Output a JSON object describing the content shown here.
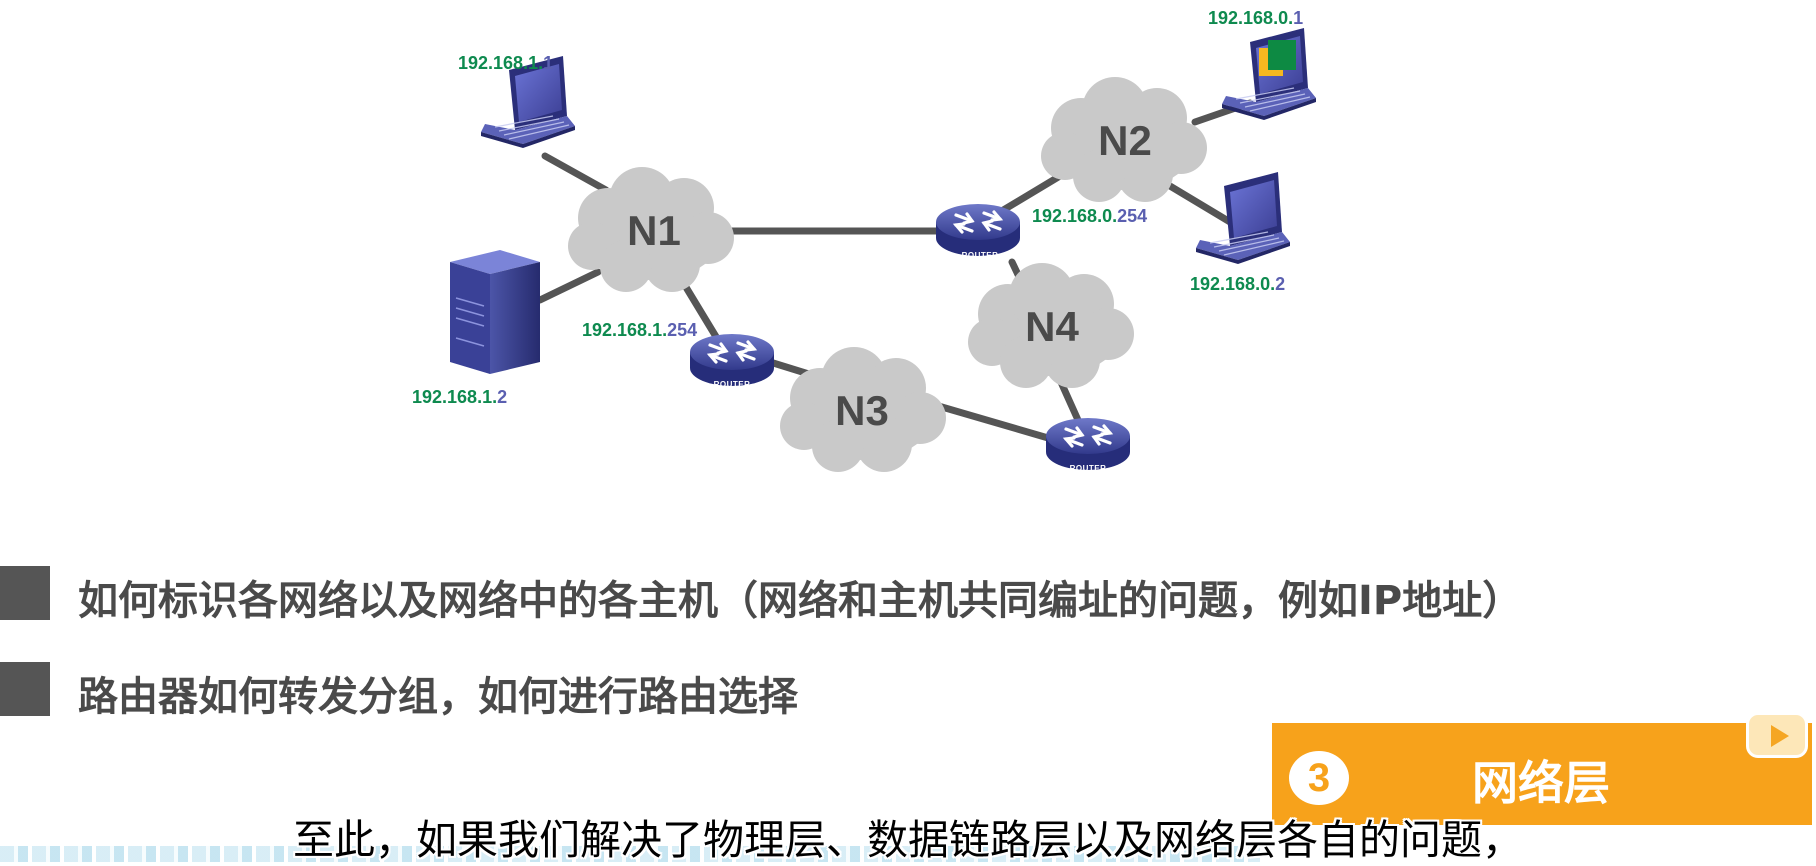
{
  "diagram": {
    "clouds": {
      "n1": "N1",
      "n2": "N2",
      "n3": "N3",
      "n4": "N4"
    },
    "router_label": "ROUTER",
    "ip_labels": {
      "laptop_top_left": {
        "prefix": "192.168.1.",
        "suffix": "1"
      },
      "server": {
        "prefix": "192.168.1.",
        "suffix": "2"
      },
      "router_left": {
        "prefix": "192.168.1.",
        "suffix": "254"
      },
      "laptop_top_right": {
        "prefix": "192.168.0.",
        "suffix": "1"
      },
      "laptop_right": {
        "prefix": "192.168.0.",
        "suffix": "2"
      },
      "router_top": {
        "prefix": "192.168.0.",
        "suffix": "254"
      }
    }
  },
  "bullets": [
    "如何标识各网络以及网络中的各主机（网络和主机共同编址的问题，例如IP地址）",
    "路由器如何转发分组，如何进行路由选择"
  ],
  "badge": {
    "number": "3",
    "title": "网络层"
  },
  "subtitle": "至此，如果我们解决了物理层、数据链路层以及网络层各自的问题，",
  "colors": {
    "ip_prefix": "#0e8a4f",
    "ip_suffix": "#5a5fb0",
    "badge": "#f7a21b",
    "bullet": "#555555"
  }
}
